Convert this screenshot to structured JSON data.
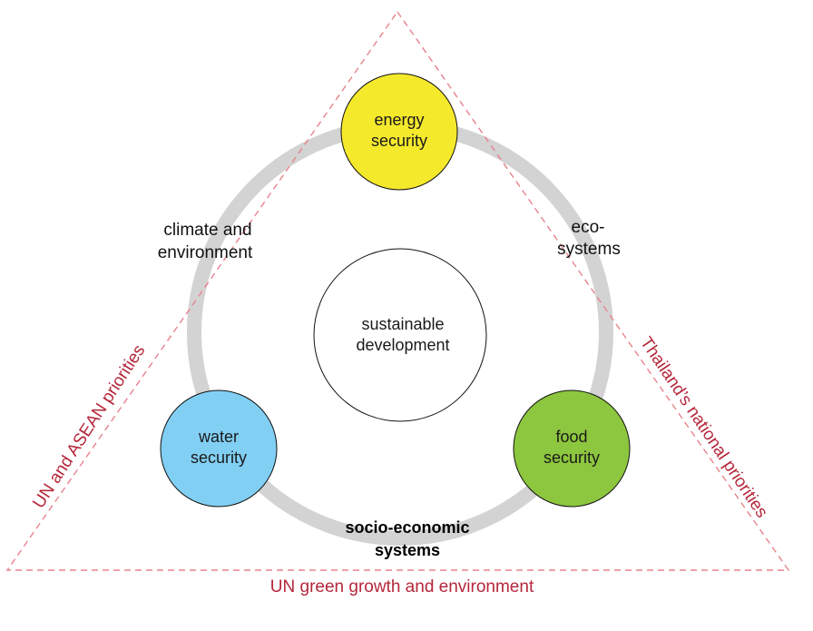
{
  "colors": {
    "frame": "#e8828e",
    "frame_text": "#b5273b",
    "ring": "#d3d3d3",
    "energy_fill": "#f5e92c",
    "water_fill": "#82cff4",
    "food_fill": "#8dc63f",
    "center_fill": "#ffffff",
    "node_stroke": "#111111"
  },
  "center": {
    "line1": "sustainable",
    "line2": "development"
  },
  "nodes": {
    "energy": {
      "line1": "energy",
      "line2": "security"
    },
    "water": {
      "line1": "water",
      "line2": "security"
    },
    "food": {
      "line1": "food",
      "line2": "security"
    }
  },
  "ring_labels": {
    "climate": {
      "line1": "climate and",
      "line2": "environment"
    },
    "ecosystems": {
      "line1": "eco-",
      "line2": "systems"
    },
    "socio": {
      "line1": "socio-economic",
      "line2": "systems"
    }
  },
  "frame_labels": {
    "left": "UN and ASEAN priorities",
    "right": "Thailand’s national priorities",
    "bottom": "UN green growth and environment"
  }
}
